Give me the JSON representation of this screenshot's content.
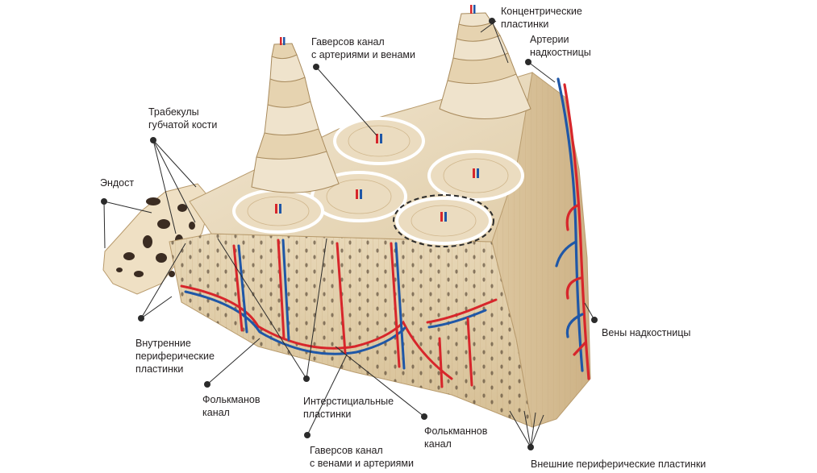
{
  "labels": {
    "concentric_1": "Концентрические",
    "concentric_2": "пластинки",
    "periosteum_arteries_1": "Артерии",
    "periosteum_arteries_2": "надкостницы",
    "haversian_top_1": "Гаверсов канал",
    "haversian_top_2": "с артериями и венами",
    "trabeculae_1": "Трабекулы",
    "trabeculae_2": "губчатой кости",
    "endosteum": "Эндост",
    "inner_1": "Внутренние",
    "inner_2": "периферические",
    "inner_3": "пластинки",
    "volkmann_left_1": "Фолькманов",
    "volkmann_left_2": "канал",
    "interstitial_1": "Интерстициальные",
    "interstitial_2": "пластинки",
    "volkmann_right_1": "Фолькманнов",
    "volkmann_right_2": "канал",
    "haversian_bottom_1": "Гаверсов канал",
    "haversian_bottom_2": "с венами и артериями",
    "periosteum_veins": "Вены надкостницы",
    "outer": "Внешние периферические пластинки"
  },
  "colors": {
    "bone_light": "#efe3cc",
    "bone_mid": "#e2cfac",
    "bone_dark": "#c9ad7f",
    "artery": "#d7262b",
    "vein": "#1f57a7",
    "leader": "#2b2b2b",
    "text": "#231f20"
  }
}
